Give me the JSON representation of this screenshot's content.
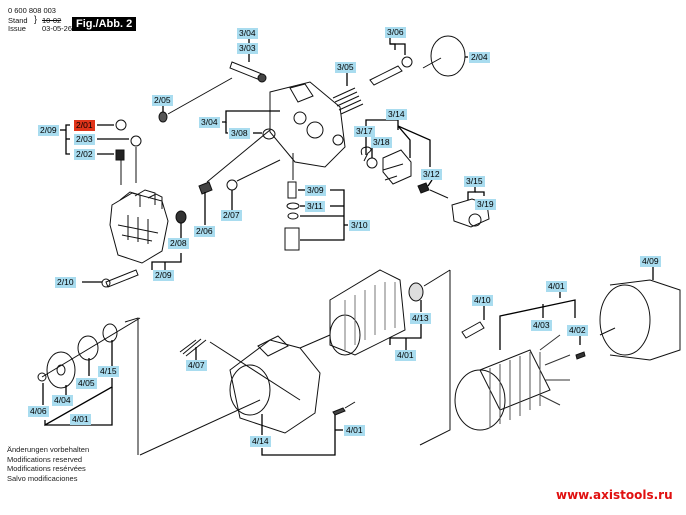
{
  "header": {
    "part_number": "0 600 808 003",
    "stand_label": "Stand",
    "issue_label": "Issue",
    "old_date": "10-02",
    "date": "03-05-26",
    "figure_label": "Fig./Abb. 2"
  },
  "highlight_color": "#e0341a",
  "label_color": "#a9dcef",
  "callouts": [
    {
      "id": "2/09a",
      "text": "2/09"
    },
    {
      "id": "2/01",
      "text": "2/01",
      "highlighted": true
    },
    {
      "id": "2/03",
      "text": "2/03"
    },
    {
      "id": "2/02",
      "text": "2/02"
    },
    {
      "id": "2/05",
      "text": "2/05"
    },
    {
      "id": "2/06",
      "text": "2/06"
    },
    {
      "id": "2/07",
      "text": "2/07"
    },
    {
      "id": "2/08",
      "text": "2/08"
    },
    {
      "id": "2/09b",
      "text": "2/09"
    },
    {
      "id": "2/10",
      "text": "2/10"
    },
    {
      "id": "2/04",
      "text": "2/04"
    },
    {
      "id": "3/04a",
      "text": "3/04"
    },
    {
      "id": "3/03",
      "text": "3/03"
    },
    {
      "id": "3/04b",
      "text": "3/04"
    },
    {
      "id": "3/08",
      "text": "3/08"
    },
    {
      "id": "3/05",
      "text": "3/05"
    },
    {
      "id": "3/06",
      "text": "3/06"
    },
    {
      "id": "3/14",
      "text": "3/14"
    },
    {
      "id": "3/17",
      "text": "3/17"
    },
    {
      "id": "3/18",
      "text": "3/18"
    },
    {
      "id": "3/12",
      "text": "3/12"
    },
    {
      "id": "3/15",
      "text": "3/15"
    },
    {
      "id": "3/19",
      "text": "3/19"
    },
    {
      "id": "3/09",
      "text": "3/09"
    },
    {
      "id": "3/11",
      "text": "3/11"
    },
    {
      "id": "3/10",
      "text": "3/10"
    },
    {
      "id": "4/07",
      "text": "4/07"
    },
    {
      "id": "4/13",
      "text": "4/13"
    },
    {
      "id": "4/01a",
      "text": "4/01"
    },
    {
      "id": "4/14",
      "text": "4/14"
    },
    {
      "id": "4/01b",
      "text": "4/01"
    },
    {
      "id": "4/15",
      "text": "4/15"
    },
    {
      "id": "4/05",
      "text": "4/05"
    },
    {
      "id": "4/04",
      "text": "4/04"
    },
    {
      "id": "4/06",
      "text": "4/06"
    },
    {
      "id": "4/01c",
      "text": "4/01"
    },
    {
      "id": "4/10",
      "text": "4/10"
    },
    {
      "id": "4/01d",
      "text": "4/01"
    },
    {
      "id": "4/03",
      "text": "4/03"
    },
    {
      "id": "4/02",
      "text": "4/02"
    },
    {
      "id": "4/09",
      "text": "4/09"
    }
  ],
  "notes": [
    "Änderungen vorbehalten",
    "Modifications reserved",
    "Modifications resérvées",
    "Salvo modificaciones"
  ],
  "watermark": "www.axistools.ru"
}
